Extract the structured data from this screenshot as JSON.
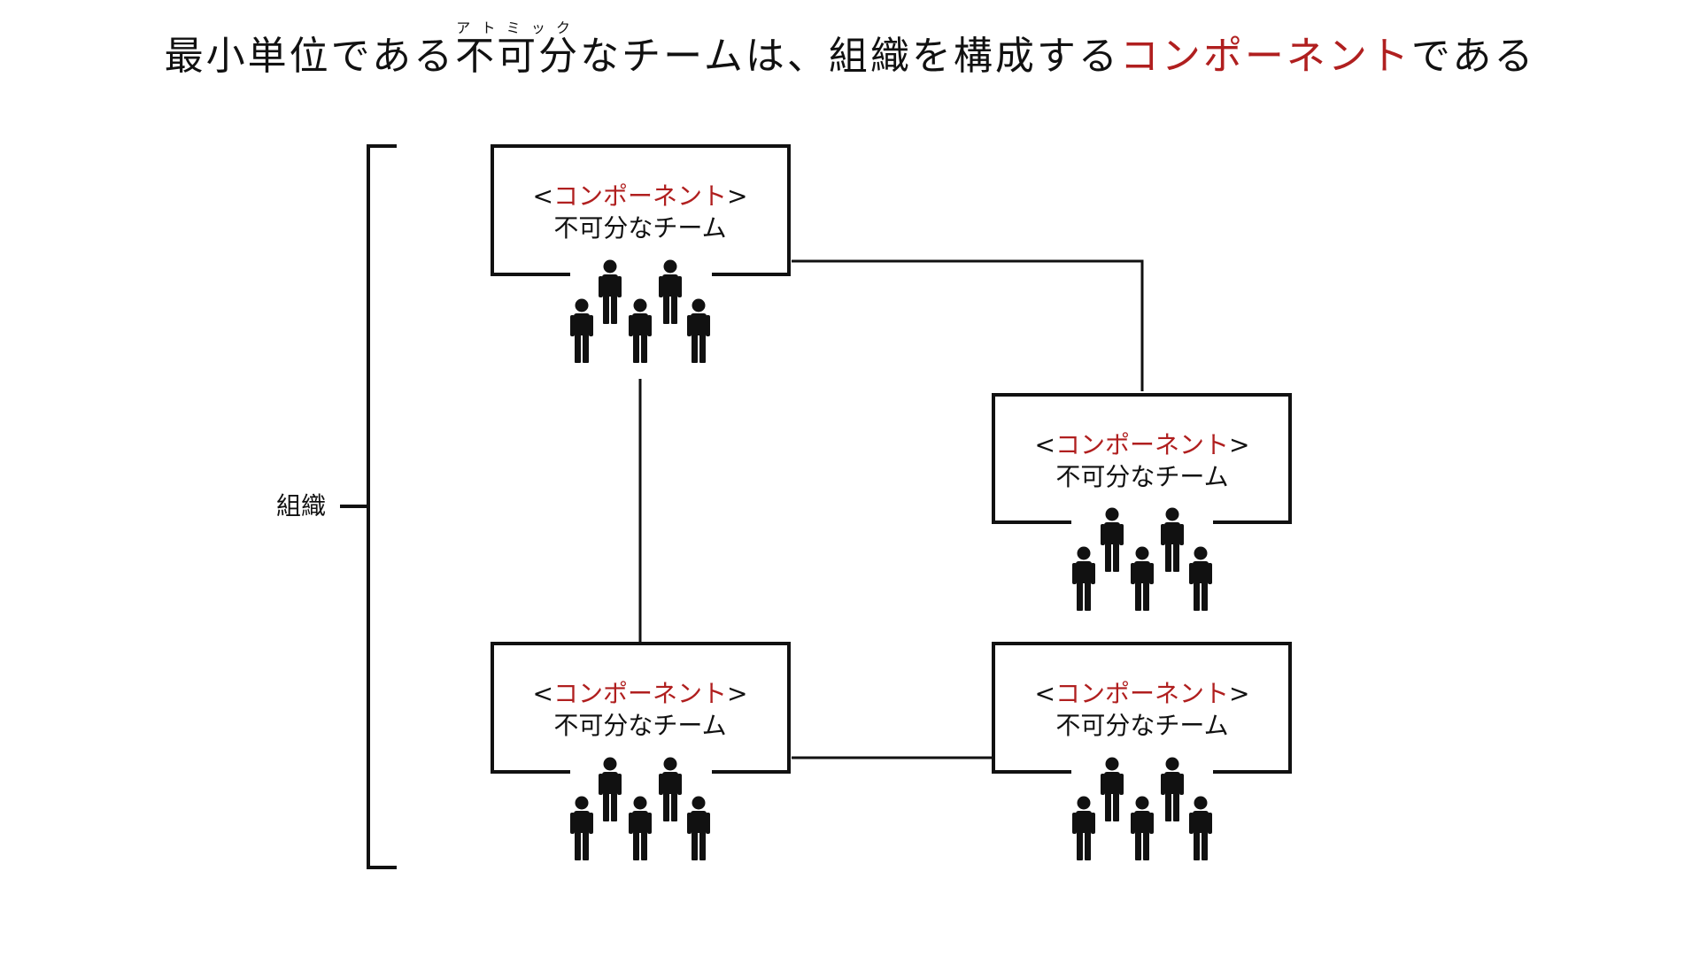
{
  "title": {
    "part1": "最小単位である",
    "ruby_base": "不可分",
    "ruby_text": "アトミック",
    "part2": "なチームは、組織を構成する",
    "highlight": "コンポーネント",
    "part3": "である"
  },
  "organization_label": "組織",
  "components": [
    {
      "bracket_open": "<",
      "name": "コンポーネント",
      "bracket_close": ">",
      "subtitle": "不可分なチーム"
    },
    {
      "bracket_open": "<",
      "name": "コンポーネント",
      "bracket_close": ">",
      "subtitle": "不可分なチーム"
    },
    {
      "bracket_open": "<",
      "name": "コンポーネント",
      "bracket_close": ">",
      "subtitle": "不可分なチーム"
    },
    {
      "bracket_open": "<",
      "name": "コンポーネント",
      "bracket_close": ">",
      "subtitle": "不可分なチーム"
    }
  ],
  "connections": [
    {
      "from": 0,
      "to": 1
    },
    {
      "from": 0,
      "to": 2
    },
    {
      "from": 2,
      "to": 3
    }
  ],
  "colors": {
    "accent": "#b01f1f",
    "stroke": "#111111"
  },
  "icons": {
    "team": "people-group-icon",
    "bracket": "organization-bracket-icon"
  }
}
